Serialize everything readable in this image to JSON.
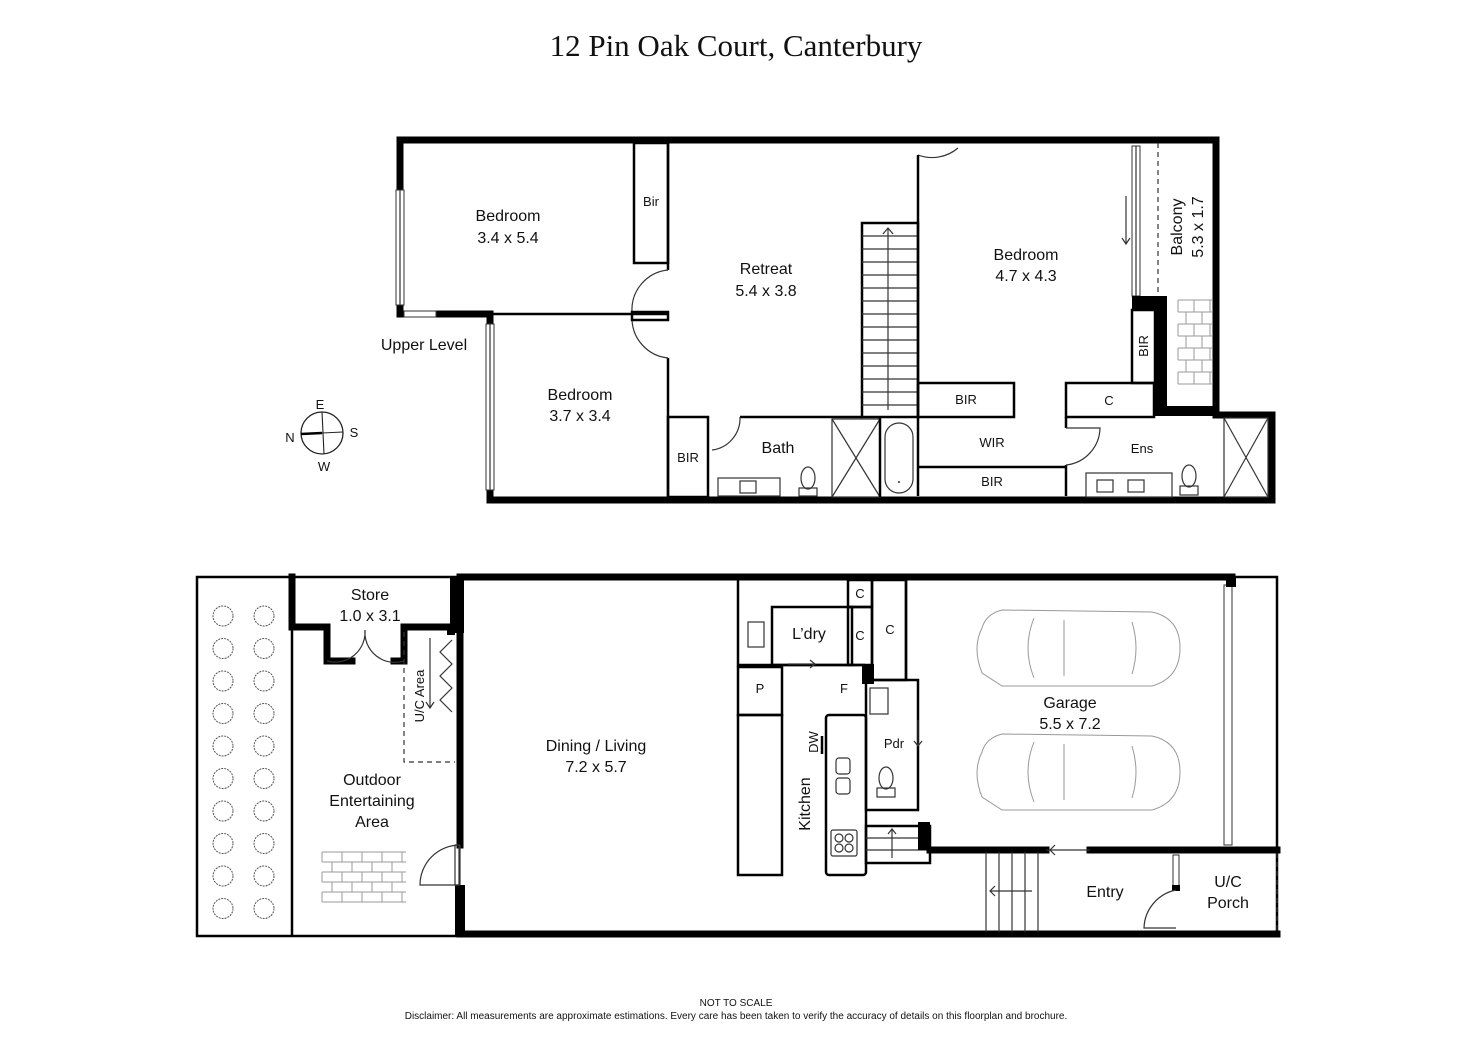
{
  "title": "12 Pin Oak Court, Canterbury",
  "upper_level": {
    "level_label": "Upper Level",
    "rooms": {
      "bedroom1": {
        "name": "Bedroom",
        "size": "3.4 x 5.4"
      },
      "bedroom2": {
        "name": "Bedroom",
        "size": "3.7 x 3.4"
      },
      "retreat": {
        "name": "Retreat",
        "size": "5.4 x 3.8"
      },
      "bedroom_main": {
        "name": "Bedroom",
        "size": "4.7 x 4.3"
      },
      "balcony": {
        "name": "Balcony",
        "size": "5.3 x 1.7"
      },
      "bir_small": "Bir",
      "bir_bed2": "BIR",
      "bath": "Bath",
      "bir_stair": "BIR",
      "wir": "WIR",
      "bir_wir": "BIR",
      "bir_vertical": "BIR",
      "cupboard": "C",
      "ensuite": "Ens"
    }
  },
  "compass": {
    "north": "N",
    "east": "E",
    "south": "S",
    "west": "W"
  },
  "ground_level": {
    "rooms": {
      "store": {
        "name": "Store",
        "size": "1.0 x 3.1"
      },
      "uc_area": "U/C Area",
      "outdoor": {
        "line1": "Outdoor",
        "line2": "Entertaining",
        "line3": "Area"
      },
      "dining": {
        "name": "Dining / Living",
        "size": "7.2 x 5.7"
      },
      "laundry": "L’dry",
      "c1": "C",
      "c2": "C",
      "c3": "C",
      "pantry": "P",
      "fridge": "F",
      "dishwasher": "DW",
      "kitchen": "Kitchen",
      "powder": "Pdr",
      "garage": {
        "name": "Garage",
        "size": "5.5 x 7.2"
      },
      "entry": "Entry",
      "porch": {
        "line1": "U/C",
        "line2": "Porch"
      }
    }
  },
  "footer": {
    "scale_note": "NOT TO SCALE",
    "disclaimer": "Disclaimer: All measurements are approximate estimations. Every care has been taken to verify the accuracy of details on this floorplan and brochure."
  }
}
